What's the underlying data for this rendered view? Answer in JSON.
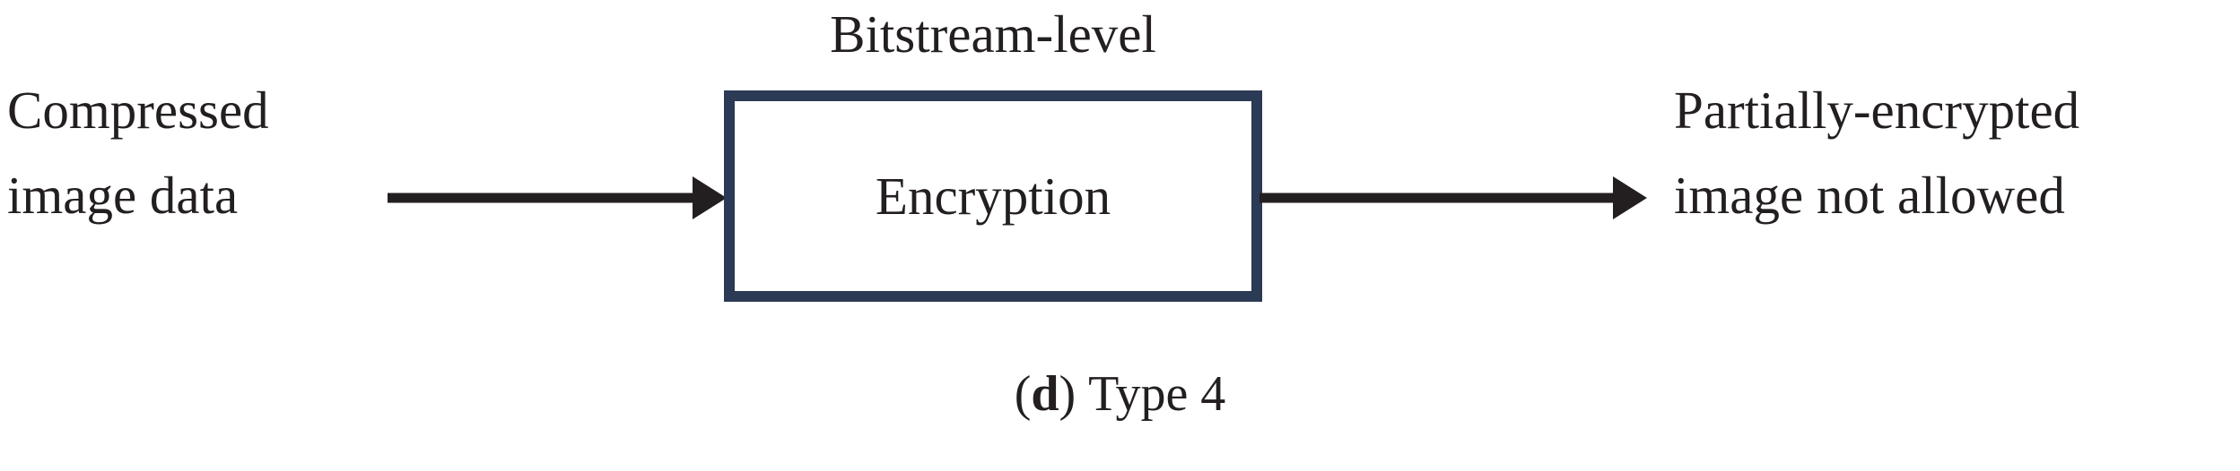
{
  "figure": {
    "caption_prefix_open": "(",
    "caption_letter": "d",
    "caption_prefix_close": ")",
    "caption_text": "Type 4",
    "background_color": "#ffffff",
    "text_color": "#231f20"
  },
  "flow": {
    "input": {
      "line1": "Compressed",
      "line2": "image data"
    },
    "process": {
      "top_label": "Bitstream-level",
      "box_label": "Encryption",
      "border_color": "#2b3a55",
      "fill_color": "#ffffff"
    },
    "output": {
      "line1": "Partially-encrypted",
      "line2": "image not allowed"
    },
    "arrows": {
      "input_arrow_name": "arrow-right-icon",
      "output_arrow_name": "arrow-right-icon",
      "color": "#231f20"
    }
  },
  "chart_data": {
    "type": "diagram",
    "title": "(d) Type 4",
    "diagram_kind": "block-flow",
    "nodes": [
      {
        "id": "input",
        "kind": "text-label",
        "text": "Compressed image data"
      },
      {
        "id": "process",
        "kind": "box",
        "text": "Encryption",
        "annotation": "Bitstream-level"
      },
      {
        "id": "output",
        "kind": "text-label",
        "text": "Partially-encrypted image not allowed"
      }
    ],
    "edges": [
      {
        "from": "input",
        "to": "process",
        "kind": "arrow",
        "direction": "right"
      },
      {
        "from": "process",
        "to": "output",
        "kind": "arrow",
        "direction": "right"
      }
    ]
  }
}
